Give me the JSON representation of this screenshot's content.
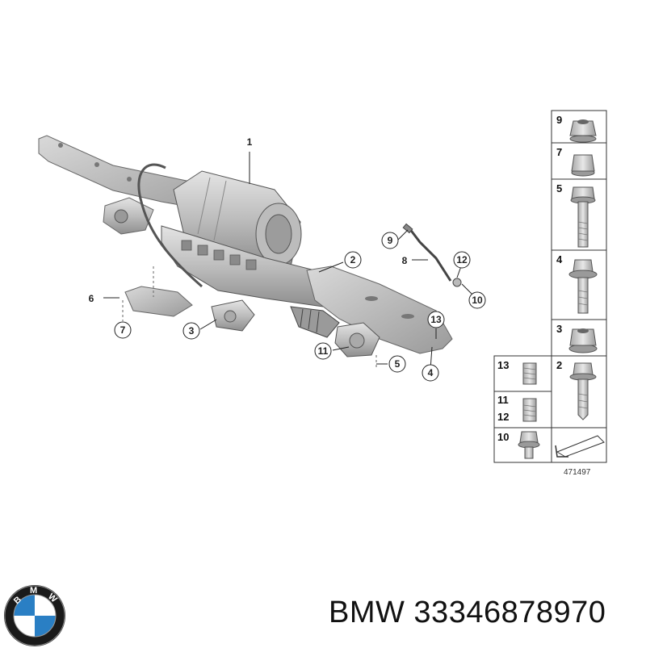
{
  "diagram": {
    "callouts": [
      {
        "id": "c1",
        "label": "1"
      },
      {
        "id": "c2",
        "label": "2"
      },
      {
        "id": "c3",
        "label": "3"
      },
      {
        "id": "c4",
        "label": "4"
      },
      {
        "id": "c5",
        "label": "5"
      },
      {
        "id": "c6",
        "label": "6"
      },
      {
        "id": "c7",
        "label": "7"
      },
      {
        "id": "c8",
        "label": "8"
      },
      {
        "id": "c9",
        "label": "9"
      },
      {
        "id": "c10",
        "label": "10"
      },
      {
        "id": "c11",
        "label": "11"
      },
      {
        "id": "c12",
        "label": "12"
      },
      {
        "id": "c13a",
        "label": "13"
      }
    ],
    "parts_table": {
      "right_column": [
        "9",
        "7",
        "5",
        "4",
        "3",
        "2"
      ],
      "left_column": [
        "13",
        "11",
        "12",
        "10"
      ]
    },
    "reference_number": "471497"
  },
  "brand": {
    "logo_letters": "BMW",
    "caption": "BMW 33346878970",
    "colors": {
      "logo_blue": "#2a7fc4",
      "logo_ring": "#1a1a1a"
    }
  }
}
